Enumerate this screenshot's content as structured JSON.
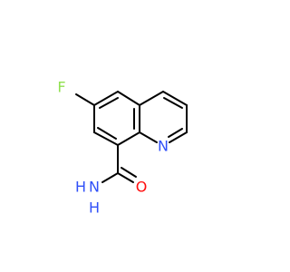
{
  "molecule": {
    "atoms": {
      "fluorine": {
        "symbol": "F",
        "color": "#90e050"
      },
      "ring_nitrogen": {
        "symbol": "N",
        "color": "#3050f8"
      },
      "carbonyl_oxygen": {
        "symbol": "O",
        "color": "#ff0d0d"
      },
      "amide_nitrogen": {
        "symbol": "N",
        "color": "#3050f8"
      },
      "amide_hydrogen_top": {
        "symbol": "H",
        "color": "#3050f8"
      },
      "amide_hydrogen_side": {
        "symbol": "H",
        "color": "#3050f8"
      }
    },
    "bond_color": "#000000",
    "background": "#ffffff"
  }
}
